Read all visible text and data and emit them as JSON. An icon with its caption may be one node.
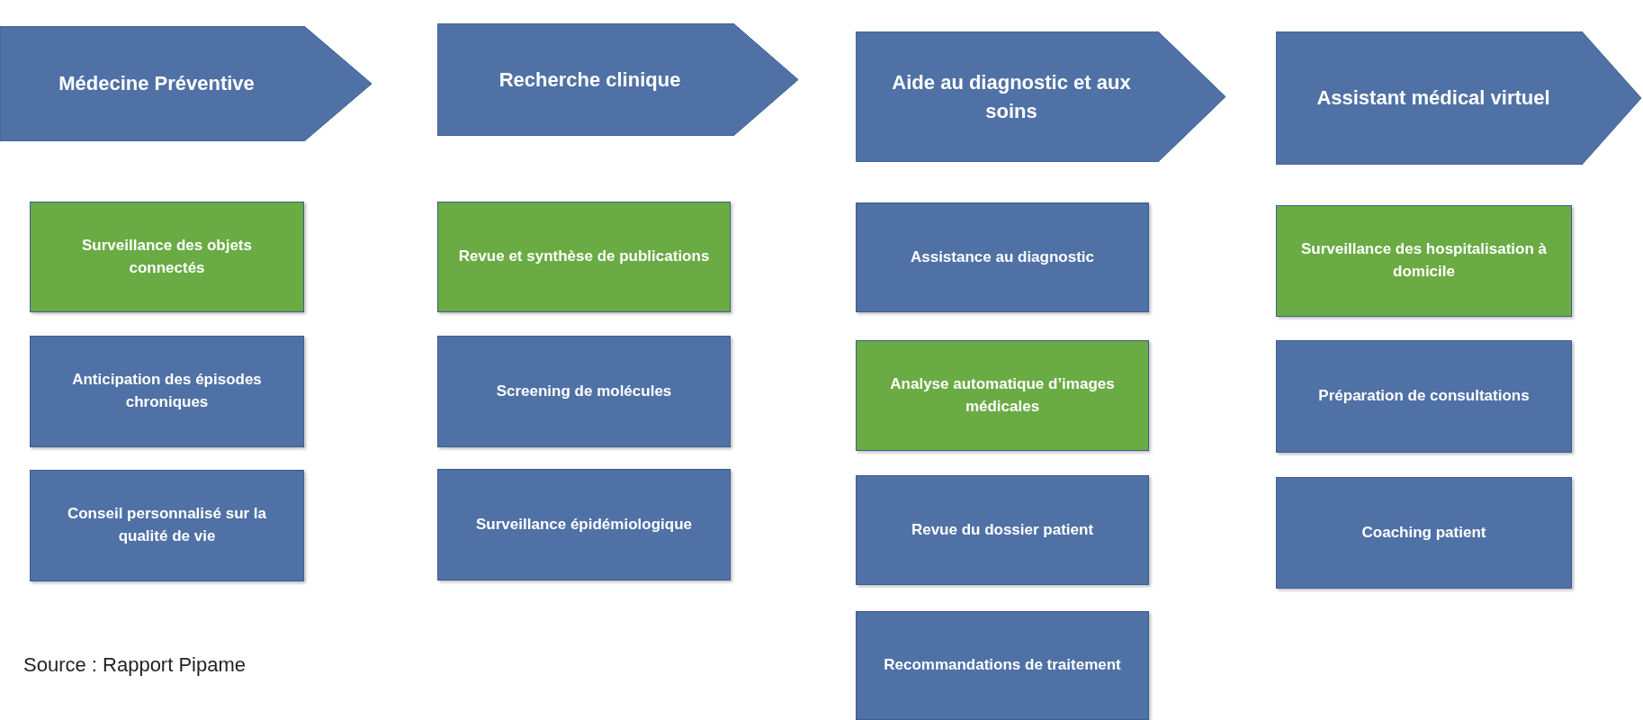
{
  "diagram": {
    "nodes": [
      {
        "text": [
          "Médecine Préventive"
        ]
      },
      {
        "text": [
          "Surveillance des objets connectés"
        ]
      },
      {
        "text": [
          "Anticipation des épisodes chroniques"
        ]
      },
      {
        "text": [
          "Conseil personnalisé sur la qualité de vie"
        ]
      },
      {
        "text": [
          "Recherche clinique"
        ]
      },
      {
        "text": [
          "Revue et synthèse de publications"
        ]
      },
      {
        "text": [
          "Screening de molécules"
        ]
      },
      {
        "text": [
          "Surveillance épidémiologique"
        ]
      },
      {
        "text": [
          "Aide au diagnostic et aux soins"
        ]
      },
      {
        "text": [
          "Assistance au diagnostic"
        ]
      },
      {
        "text": [
          "Analyse automatique d’images médicales"
        ]
      },
      {
        "text": [
          "Revue du dossier patient"
        ]
      },
      {
        "text": [
          "Recommandations de traitement"
        ]
      },
      {
        "text": [
          "Assistant médical virtuel"
        ]
      },
      {
        "text": [
          "Surveillance des hospitalisation à domicile"
        ]
      },
      {
        "text": [
          "Préparation de consultations"
        ]
      },
      {
        "text": [
          "Coaching patient"
        ]
      }
    ],
    "edges": [],
    "labels": [
      "Source : Rapport Pipame"
    ]
  }
}
